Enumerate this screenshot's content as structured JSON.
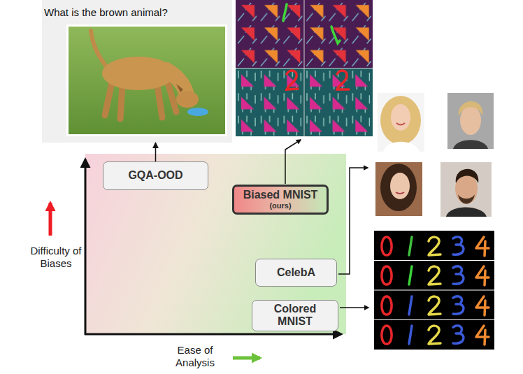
{
  "diagram": {
    "nodes": [
      {
        "text": [
          "What is the brown animal?"
        ]
      },
      {
        "text": [
          "GQA-OOD"
        ]
      },
      {
        "text": [
          "Biased MNIST",
          "(ours)"
        ]
      },
      {
        "text": [
          "CelebA"
        ]
      },
      {
        "text": [
          "Colored MNIST"
        ]
      }
    ],
    "edges": [
      {
        "from": 1,
        "to": 0,
        "arrow": "to"
      }
    ],
    "labels": [
      "Difficulty of Biases",
      "Ease of Analysis"
    ]
  }
}
